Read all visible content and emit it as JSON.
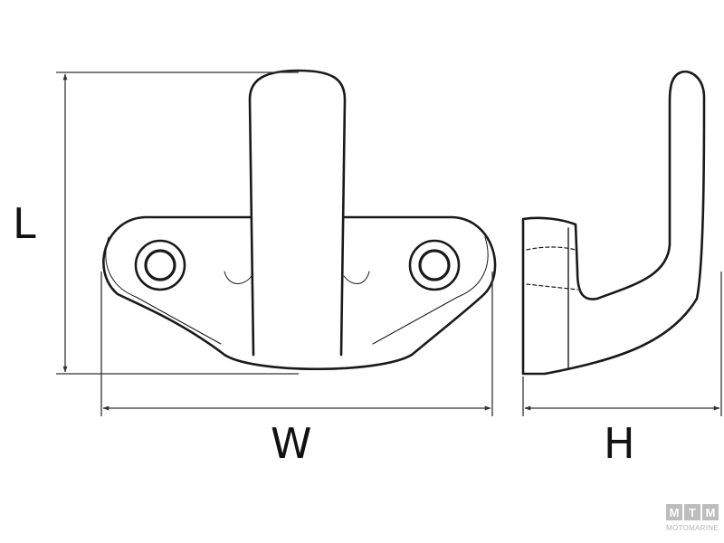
{
  "dimensions": {
    "length_label": "L",
    "width_label": "W",
    "height_label": "H"
  },
  "watermark": {
    "letters": [
      "M",
      "T",
      "M"
    ],
    "subtitle": "MOTOMARINE"
  },
  "colors": {
    "line": "#1a1a1a",
    "dimension_line": "#333333",
    "watermark_box": "#bdbdbd",
    "watermark_text": "#b5b5b5"
  }
}
